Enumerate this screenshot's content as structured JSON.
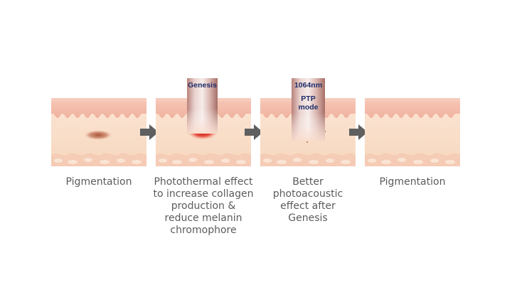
{
  "colors": {
    "epidermis": "#f3b9a8",
    "dermis": "#f8ddc7",
    "pigment": "#b56a4e",
    "heat": "#d01f12",
    "arrow": "#5f5f5f",
    "caption": "#5b5b5b",
    "probe_label": "#1f2d6b"
  },
  "probes": {
    "genesis_label": "Genesis",
    "ptp_label_line1": "1064nm",
    "ptp_label_line2": "PTP mode"
  },
  "steps": [
    {
      "caption": "Pigmentation",
      "state": "pigment"
    },
    {
      "caption": "Photothermal effect\nto increase collagen\nproduction &\nreduce melanin\nchromophore",
      "state": "heat"
    },
    {
      "caption": "Better\nphotoacoustic\neffect after\nGenesis",
      "state": "particles"
    },
    {
      "caption": "Pigmentation",
      "state": "clear"
    }
  ],
  "arrow_icon": "right-arrow-icon"
}
